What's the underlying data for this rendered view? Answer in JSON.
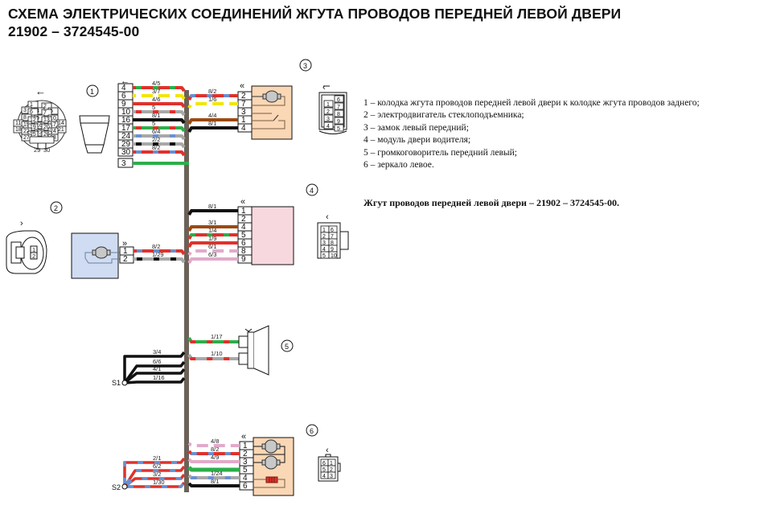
{
  "title": {
    "line1": "СХЕМА ЭЛЕКТРИЧЕСКИХ СОЕДИНЕНИЙ ЖГУТА ПРОВОДОВ ПЕРЕДНЕЙ ЛЕВОЙ ДВЕРИ",
    "line2": "21902 – 3724545-00"
  },
  "legend": [
    "1 – колодка жгута проводов передней левой двери к колодке жгута проводов заднего;",
    "2 – электродвигатель стеклоподъемника;",
    "3 – замок левый передний;",
    "4 – модуль двери водителя;",
    "5 – громкоговоритель передний левый;",
    "6 – зеркало левое."
  ],
  "harness_note": "Жгут проводов передней левой двери – 21902 – 3724545-00.",
  "colors": {
    "harness": "#6b6258",
    "red": "#e0312b",
    "blue": "#6a8fcf",
    "yellow": "#f2e600",
    "green": "#2cae4a",
    "grey": "#a8a8a8",
    "black": "#111111",
    "brown": "#9b4a12",
    "pink": "#e2aac9",
    "peach": "#fad7b5",
    "light_blue": "#cfdcf2",
    "light_pink": "#f8d8df"
  },
  "components": {
    "c1": {
      "number": "1",
      "round_connector_pins": [
        "1",
        "2",
        "3",
        "4",
        "5",
        "6",
        "7",
        "8",
        "9",
        "10",
        "11",
        "12",
        "13",
        "14",
        "15",
        "16",
        "17",
        "18",
        "19",
        "20",
        "21",
        "22",
        "23",
        "24",
        "25",
        "26",
        "27",
        "28",
        "29",
        "30"
      ],
      "pins": [
        "4",
        "6",
        "9",
        "10",
        "16",
        "17",
        "24",
        "29",
        "30",
        "3"
      ],
      "wires": [
        {
          "pin": "4",
          "label": "4/5",
          "colors": [
            "red",
            "green"
          ]
        },
        {
          "pin": "6",
          "label": "3/7",
          "colors": [
            "yellow",
            "white"
          ]
        },
        {
          "pin": "9",
          "label": "4/6",
          "colors": [
            "red"
          ]
        },
        {
          "pin": "10",
          "label": "5",
          "colors": [
            "grey",
            "red"
          ]
        },
        {
          "pin": "16",
          "label": "8/1",
          "colors": [
            "black"
          ]
        },
        {
          "pin": "17",
          "label": "5",
          "colors": [
            "green",
            "red"
          ]
        },
        {
          "pin": "24",
          "label": "6/4",
          "colors": [
            "grey",
            "blue"
          ]
        },
        {
          "pin": "29",
          "label": "2/2",
          "colors": [
            "grey",
            "black"
          ]
        },
        {
          "pin": "30",
          "label": "8/2",
          "colors": [
            "red",
            "blue"
          ]
        },
        {
          "pin": "3",
          "label": "",
          "colors": [
            "green"
          ]
        }
      ]
    },
    "c2": {
      "number": "2",
      "pins": [
        "1",
        "2"
      ],
      "connector_pins": [
        "1",
        "2"
      ],
      "wires": [
        {
          "pin": "1",
          "label": "8/2",
          "colors": [
            "red",
            "blue"
          ]
        },
        {
          "pin": "2",
          "label": "1/29",
          "colors": [
            "grey",
            "black"
          ]
        }
      ]
    },
    "c3": {
      "number": "3",
      "pins": [
        "2",
        "7",
        "3",
        "1",
        "4"
      ],
      "connector_pins": [
        "6",
        "1",
        "7",
        "2",
        "8",
        "3",
        "9",
        "4",
        "5"
      ],
      "wires": [
        {
          "pin": "2",
          "label": "8/2",
          "colors": [
            "red",
            "blue"
          ]
        },
        {
          "pin": "7",
          "label": "1/6",
          "colors": [
            "yellow",
            "white"
          ]
        },
        {
          "pin": "3",
          "label": "",
          "colors": []
        },
        {
          "pin": "1",
          "label": "4/4",
          "colors": [
            "brown"
          ]
        },
        {
          "pin": "4",
          "label": "8/1",
          "colors": [
            "black"
          ]
        }
      ]
    },
    "c4": {
      "number": "4",
      "pins": [
        "1",
        "2",
        "4",
        "5",
        "6",
        "8",
        "9"
      ],
      "connector_pins": [
        "1",
        "6",
        "2",
        "7",
        "3",
        "8",
        "4",
        "9",
        "5",
        "10"
      ],
      "wires": [
        {
          "pin": "1",
          "label": "8/1",
          "colors": [
            "black"
          ]
        },
        {
          "pin": "2",
          "label": "",
          "colors": []
        },
        {
          "pin": "4",
          "label": "3/1",
          "colors": [
            "brown"
          ]
        },
        {
          "pin": "5",
          "label": "1/4",
          "colors": [
            "red",
            "green"
          ]
        },
        {
          "pin": "6",
          "label": "1/9",
          "colors": [
            "red"
          ]
        },
        {
          "pin": "8",
          "label": "6/1",
          "colors": [
            "pink",
            "white"
          ]
        },
        {
          "pin": "9",
          "label": "6/3",
          "colors": [
            "pink"
          ]
        }
      ]
    },
    "c5": {
      "number": "5",
      "wires": [
        {
          "label": "1/17",
          "colors": [
            "green",
            "red"
          ]
        },
        {
          "label": "1/10",
          "colors": [
            "grey",
            "red"
          ]
        }
      ]
    },
    "c6": {
      "number": "6",
      "pins": [
        "1",
        "2",
        "3",
        "5",
        "4",
        "6"
      ],
      "connector_pins": [
        "6",
        "1",
        "5",
        "2",
        "4",
        "3"
      ],
      "wires": [
        {
          "pin": "1",
          "label": "4/8",
          "colors": [
            "pink",
            "white"
          ]
        },
        {
          "pin": "2",
          "label": "8/2",
          "colors": [
            "red",
            "blue"
          ]
        },
        {
          "pin": "3",
          "label": "4/9",
          "colors": [
            "pink"
          ]
        },
        {
          "pin": "5",
          "label": "",
          "colors": [
            "green"
          ]
        },
        {
          "pin": "4",
          "label": "1/24",
          "colors": [
            "grey",
            "blue"
          ]
        },
        {
          "pin": "6",
          "label": "8/1",
          "colors": [
            "black"
          ]
        }
      ]
    }
  },
  "splices": {
    "s1": {
      "label": "S1",
      "wires": [
        "3/4",
        "6/6",
        "4/1",
        "1/16"
      ]
    },
    "s2": {
      "label": "S2",
      "wires": [
        "2/1",
        "6/2",
        "3/2",
        "1/30"
      ]
    }
  }
}
